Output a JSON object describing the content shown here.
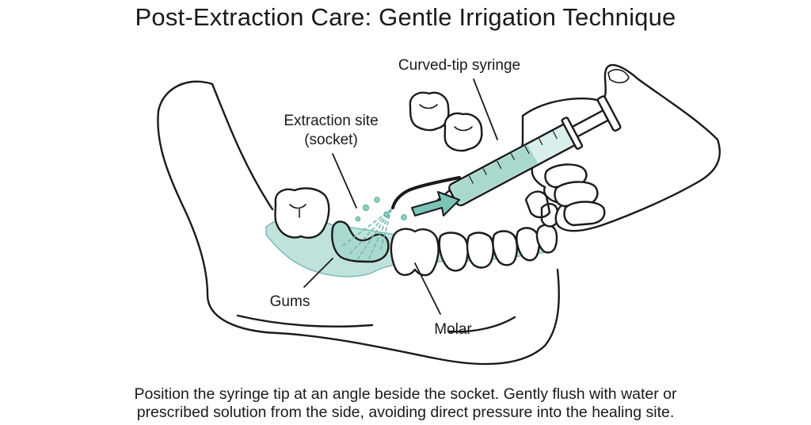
{
  "title": "Post-Extraction Care: Gentle Irrigation Technique",
  "labels": {
    "syringe": "Curved-tip syringe",
    "extraction_line1": "Extraction site",
    "extraction_line2": "(socket)",
    "gums": "Gums",
    "molar": "Molar"
  },
  "caption": {
    "line1": "Position the syringe tip at an angle beside the socket. Gently flush with water or",
    "line2": "prescribed solution from the side, avoiding direct pressure into the healing site."
  },
  "colors": {
    "ink": "#1a1a1a",
    "gum_fill": "#bfe3dc",
    "accent": "#6fb8ae",
    "water": "#8ccfc4"
  }
}
